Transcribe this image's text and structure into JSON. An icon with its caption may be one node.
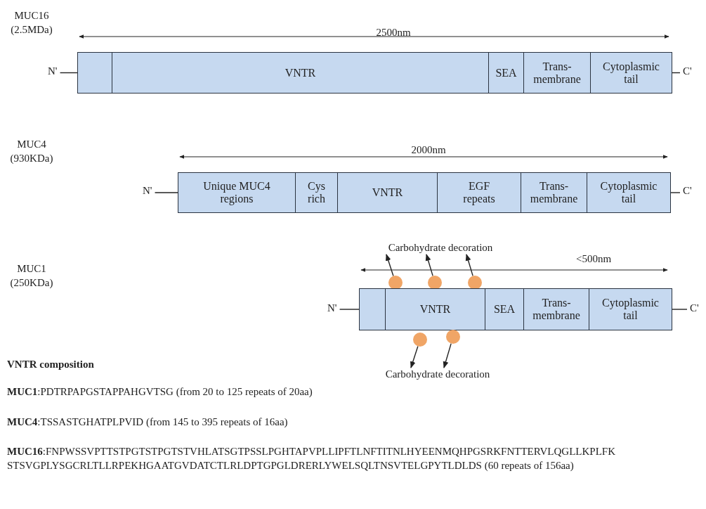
{
  "diagram": {
    "nodes": [
      {
        "text": [
          "N'"
        ]
      },
      {
        "text": [],
        "shape": "box"
      },
      {
        "text": [
          "VNTR"
        ]
      },
      {
        "text": [
          "SEA"
        ]
      },
      {
        "text": [
          "Trans- membrane"
        ]
      },
      {
        "text": [
          "Cytoplasmic tail"
        ]
      },
      {
        "text": [
          "C'"
        ]
      },
      {
        "text": [
          "N'"
        ]
      },
      {
        "text": [
          "Unique MUC4 regions"
        ]
      },
      {
        "text": [
          "Cys rich"
        ]
      },
      {
        "text": [
          "VNTR"
        ]
      },
      {
        "text": [
          "EGF repeats"
        ]
      },
      {
        "text": [
          "Trans- membrane"
        ]
      },
      {
        "text": [
          "Cytoplasmic tail"
        ]
      },
      {
        "text": [
          "C'"
        ]
      },
      {
        "text": [
          "Carbohydrate decoration"
        ]
      },
      {
        "text": [],
        "shape": "circle"
      },
      {
        "text": [],
        "shape": "circle"
      },
      {
        "text": [],
        "shape": "circle"
      },
      {
        "text": [
          "N'"
        ]
      },
      {
        "text": [],
        "shape": "box"
      },
      {
        "text": [
          "VNTR"
        ]
      },
      {
        "text": [
          "SEA"
        ]
      },
      {
        "text": [
          "Trans- membrane"
        ]
      },
      {
        "text": [
          "Cytoplasmic tail"
        ]
      },
      {
        "text": [
          "C'"
        ]
      },
      {
        "text": [],
        "shape": "circle"
      },
      {
        "text": [],
        "shape": "circle"
      },
      {
        "text": [
          "Carbohydrate decoration"
        ]
      }
    ],
    "edges": [
      {
        "from": 0,
        "to": 1,
        "arrow": "none"
      },
      {
        "from": 5,
        "to": 6,
        "arrow": "none"
      },
      {
        "from": 7,
        "to": 8,
        "arrow": "none"
      },
      {
        "from": 13,
        "to": 14,
        "arrow": "none"
      },
      {
        "from": 16,
        "to": 15,
        "arrow": "to"
      },
      {
        "from": 17,
        "to": 15,
        "arrow": "to"
      },
      {
        "from": 18,
        "to": 15,
        "arrow": "to"
      },
      {
        "from": 19,
        "to": 20,
        "arrow": "none"
      },
      {
        "from": 24,
        "to": 25,
        "arrow": "none"
      },
      {
        "from": 26,
        "to": 28,
        "arrow": "to"
      },
      {
        "from": 27,
        "to": 28,
        "arrow": "to"
      }
    ],
    "labels": [
      "MUC16 (2.5MDa)",
      "2500nm",
      "MUC4 (930KDa)",
      "2000nm",
      "MUC1 (250KDa)",
      "<500nm",
      "VNTR composition",
      "**MUC1**:PDTRPAPGSTAPPAHGVTSG (from 20 to 125 repeats of 20aa)",
      "**MUC4**:TSSASTGHATPLPVID (from 145 to 395 repeats of 16aa)",
      "**MUC16**:FNPWSSVPTTSTPGTSTPGTSTVHLATSGTPSSLPGHTAPVPLLIPFTLNFTITNLHYEENMQHPGSRKFNTTERVLQGLLKPLFKSTSVGPLYSGCRLTLLRPEKHGAATGVDATCTLRLDPTGPGLDRERLYWELSQLTNSVTELGPYTLDLDS (60 repeats of 156aa)"
    ]
  }
}
